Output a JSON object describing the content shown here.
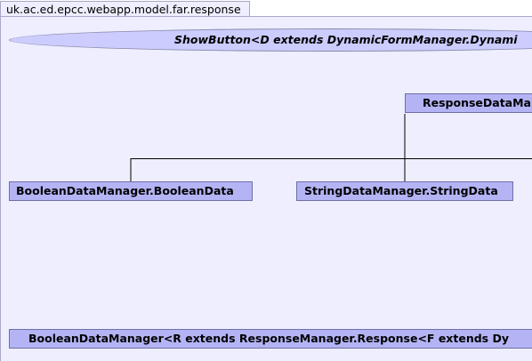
{
  "package": {
    "name": "uk.ac.ed.epcc.webapp.model.far.response"
  },
  "nodes": {
    "show_button": "ShowButton<D extends DynamicFormManager.Dynami",
    "response_data": "ResponseDataMa",
    "boolean_data": "BooleanDataManager.BooleanData",
    "string_data": "StringDataManager.StringData",
    "boolean_data_manager": "BooleanDataManager<R extends ResponseManager.Response<F extends Dy"
  },
  "colors": {
    "package_fill": "#eeeeff",
    "class_fill": "#b4b4f5",
    "ellipse_fill": "#ccccff",
    "border": "#6e6ea8"
  }
}
